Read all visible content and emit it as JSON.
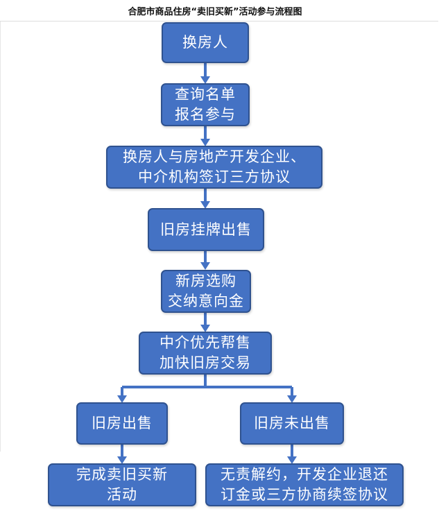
{
  "title": "合肥市商品住房“卖旧买新”活动参与流程图",
  "colors": {
    "box_fill": "#4472c4",
    "box_border": "#2f528f",
    "connector": "#4472c4",
    "text": "#ffffff"
  },
  "steps": {
    "step1": {
      "line1": "换房人"
    },
    "step2": {
      "line1": "查询名单",
      "line2": "报名参与"
    },
    "step3": {
      "line1": "换房人与房地产开发企业、",
      "line2": "中介机构签订三方协议"
    },
    "step4": {
      "line1": "旧房挂牌出售"
    },
    "step5": {
      "line1": "新房选购",
      "line2": "交纳意向金"
    },
    "step6": {
      "line1": "中介优先帮售",
      "line2": "加快旧房交易"
    }
  },
  "branches": {
    "sold": {
      "label": "旧房出售",
      "result_line1": "完成卖旧买新",
      "result_line2": "活动"
    },
    "unsold": {
      "label": "旧房未出售",
      "result_line1": "无责解约，开发企业退还",
      "result_line2": "订金或三方协商续签协议"
    }
  }
}
